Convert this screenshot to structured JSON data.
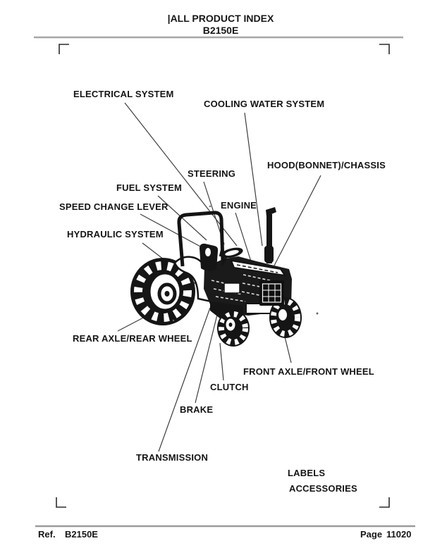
{
  "page": {
    "background_color": "#ffffff",
    "ink_color": "#141414",
    "divider_color": "#a0a0a0"
  },
  "header": {
    "title": "|ALL PRODUCT INDEX",
    "model": "B2150E"
  },
  "diagram": {
    "subject": "compact tractor line-art with part system callouts",
    "labels": [
      {
        "id": "electrical-system",
        "text": "ELECTRICAL SYSTEM"
      },
      {
        "id": "cooling-water-system",
        "text": "COOLING WATER SYSTEM"
      },
      {
        "id": "hood-bonnet-chassis",
        "text": "HOOD(BONNET)/CHASSIS"
      },
      {
        "id": "steering",
        "text": "STEERING"
      },
      {
        "id": "fuel-system",
        "text": "FUEL SYSTEM"
      },
      {
        "id": "engine",
        "text": "ENGINE"
      },
      {
        "id": "speed-change-lever",
        "text": "SPEED CHANGE LEVER"
      },
      {
        "id": "hydraulic-system",
        "text": "HYDRAULIC SYSTEM"
      },
      {
        "id": "rear-axle-rear-wheel",
        "text": "REAR AXLE/REAR WHEEL"
      },
      {
        "id": "front-axle-front-wheel",
        "text": "FRONT AXLE/FRONT WHEEL"
      },
      {
        "id": "clutch",
        "text": "CLUTCH"
      },
      {
        "id": "brake",
        "text": "BRAKE"
      },
      {
        "id": "transmission",
        "text": "TRANSMISSION"
      },
      {
        "id": "labels",
        "text": "LABELS"
      },
      {
        "id": "accessories",
        "text": "ACCESSORIES"
      }
    ]
  },
  "footer": {
    "ref_label": "Ref.",
    "ref_value": "B2150E",
    "page_label": "Page",
    "page_value": "11020"
  }
}
